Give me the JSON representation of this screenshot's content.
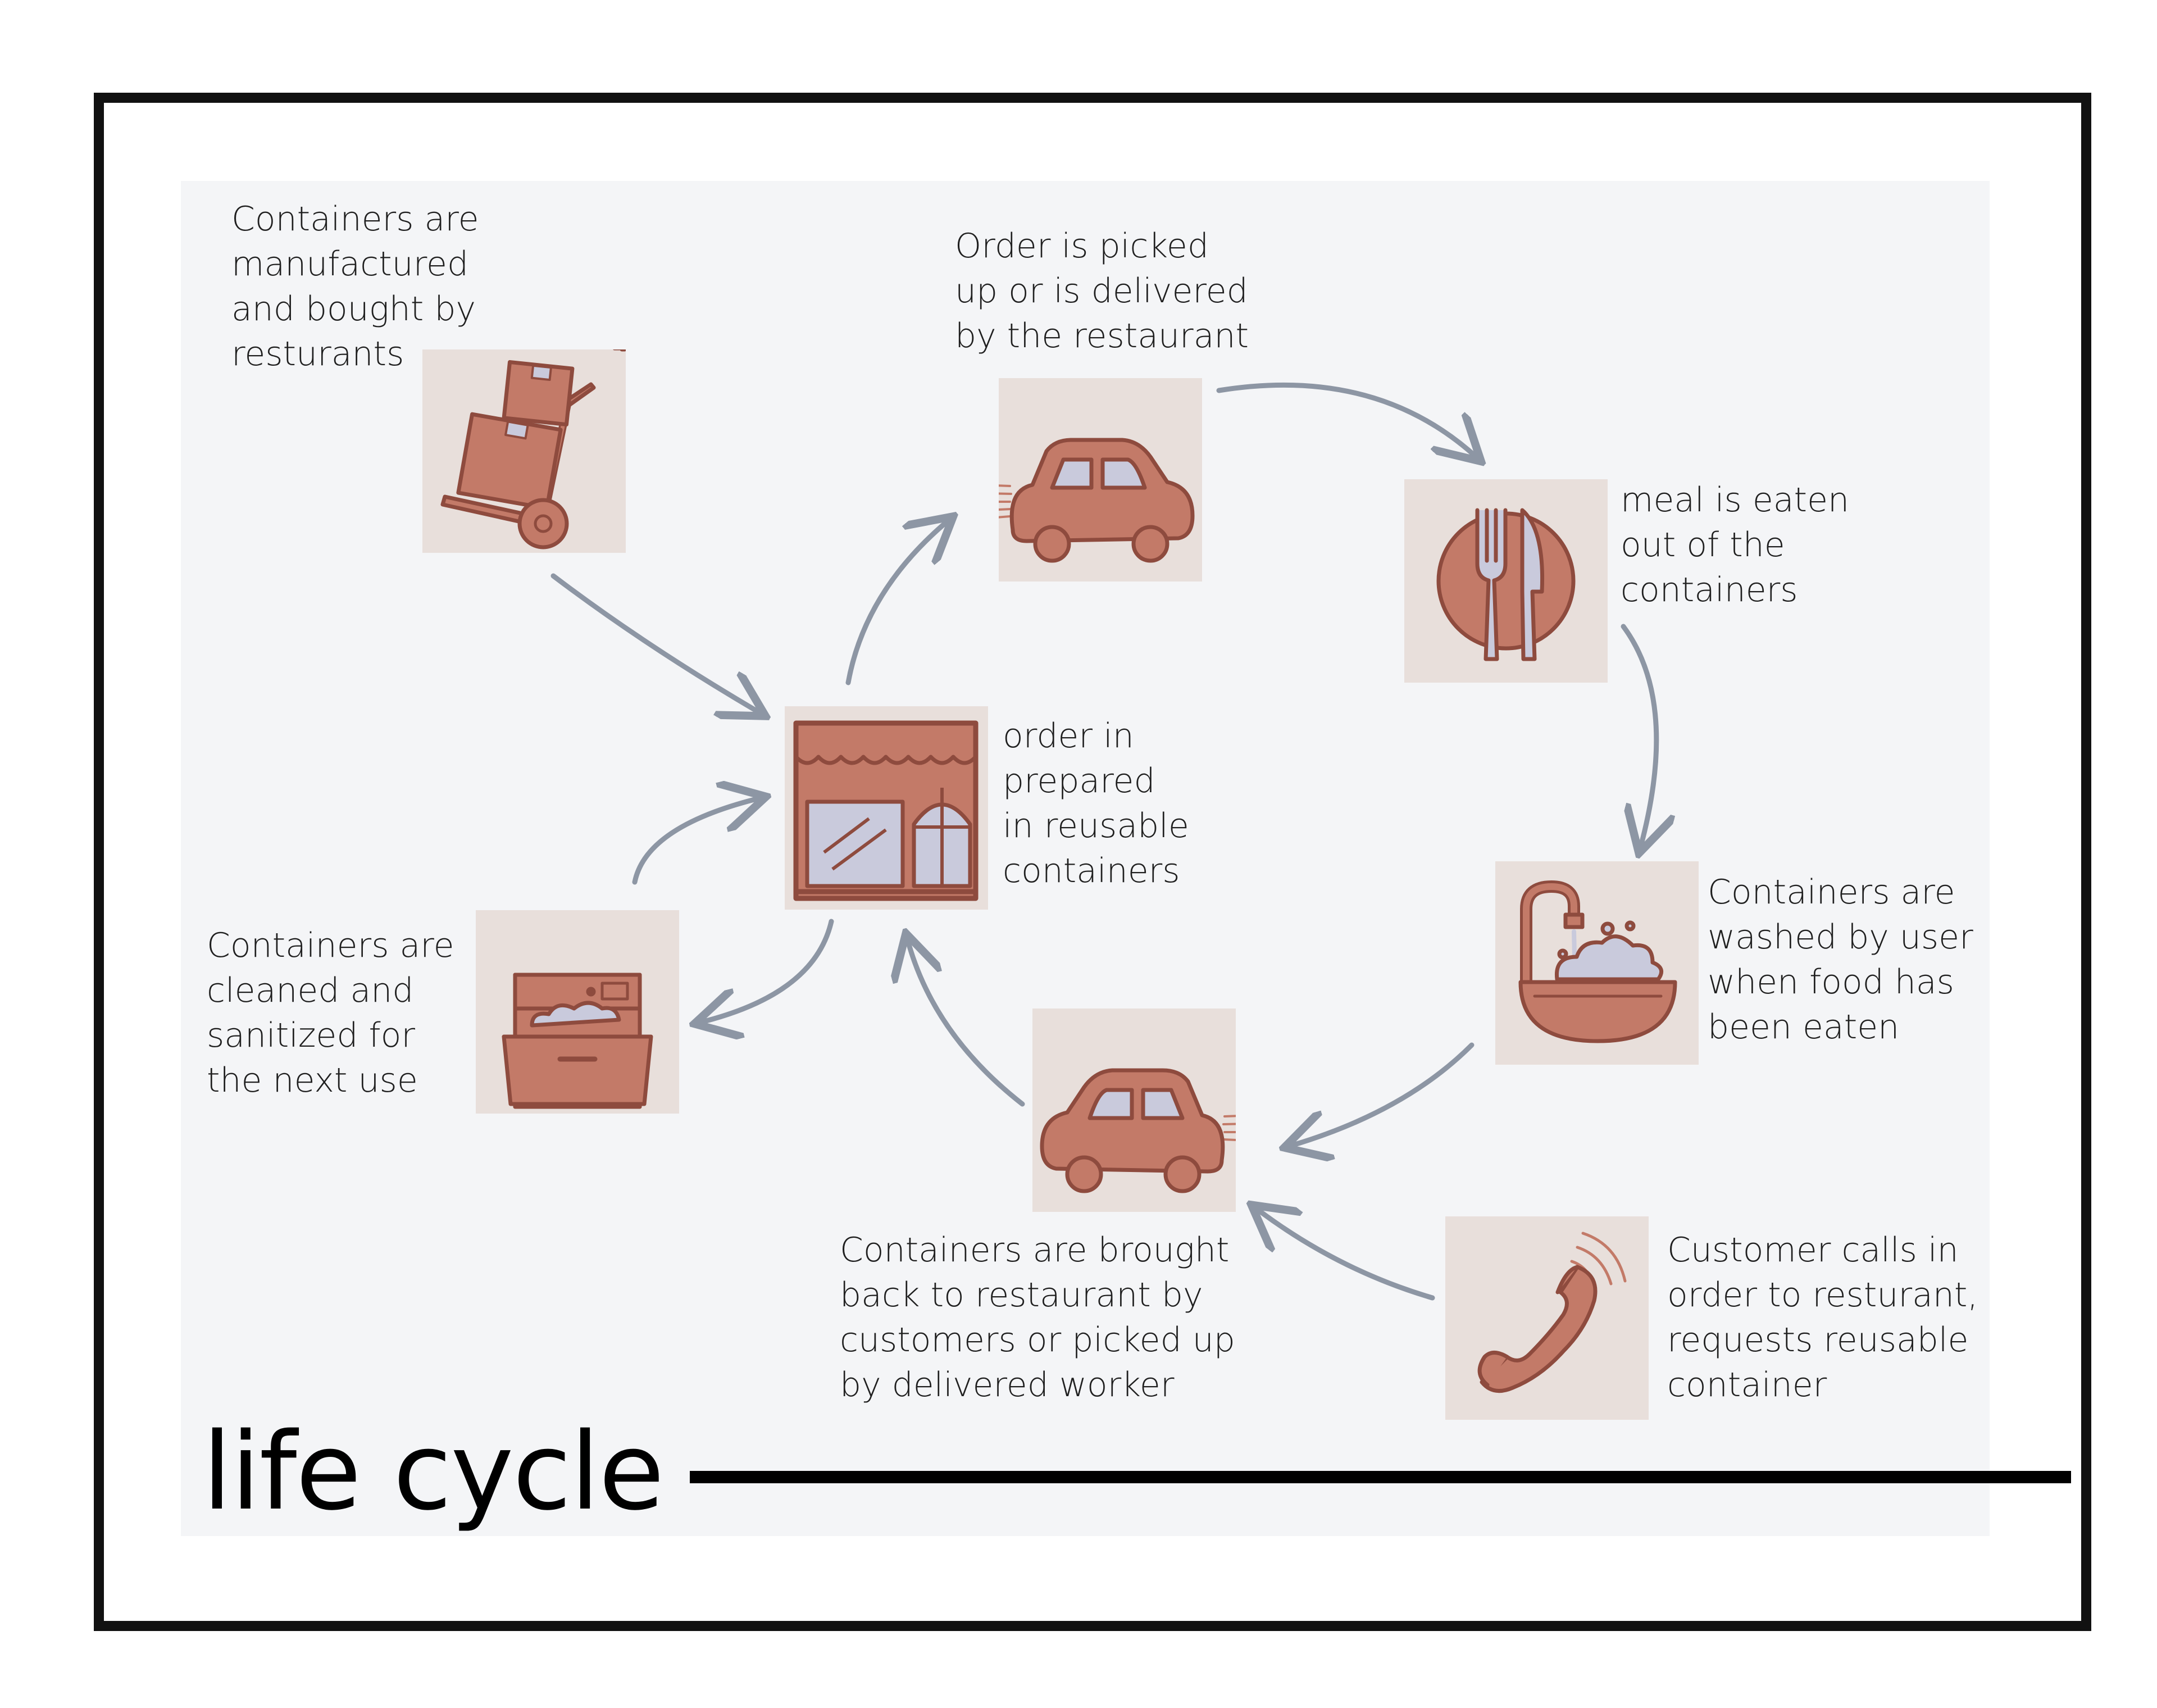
{
  "title": "life cycle",
  "colors": {
    "icon_fill": "#c37a68",
    "icon_stroke": "#8e4b3e",
    "tile_bg": "#e8dfdb",
    "panel_bg": "#f4f5f7",
    "arrow": "#8d96a4",
    "glass": "#c9cadc"
  },
  "steps": [
    {
      "id": "manufactured",
      "icon": "hand-truck-boxes-icon",
      "lines": [
        "Containers are",
        "manufactured",
        "and bought by",
        "resturants"
      ]
    },
    {
      "id": "prepared",
      "icon": "restaurant-storefront-icon",
      "lines": [
        "order in",
        "prepared",
        "in reusable",
        "containers"
      ]
    },
    {
      "id": "picked-up",
      "icon": "car-icon",
      "lines": [
        "Order is picked",
        "up or is delivered",
        "by the restaurant"
      ]
    },
    {
      "id": "eaten",
      "icon": "fork-knife-plate-icon",
      "lines": [
        "meal is eaten",
        "out of the",
        "containers"
      ]
    },
    {
      "id": "washed",
      "icon": "sink-faucet-icon",
      "lines": [
        "Containers are",
        "washed by user",
        "when food has",
        "been eaten"
      ]
    },
    {
      "id": "brought-back",
      "icon": "car-icon",
      "lines": [
        "Containers are brought",
        "back to restaurant by",
        "customers or picked up",
        "by delivered worker"
      ]
    },
    {
      "id": "customer-calls",
      "icon": "telephone-icon",
      "lines": [
        "Customer calls in",
        "order to resturant,",
        "requests reusable",
        "container"
      ]
    },
    {
      "id": "cleaned",
      "icon": "dishwasher-icon",
      "lines": [
        "Containers are",
        "cleaned and",
        "sanitized for",
        "the next use"
      ]
    }
  ]
}
